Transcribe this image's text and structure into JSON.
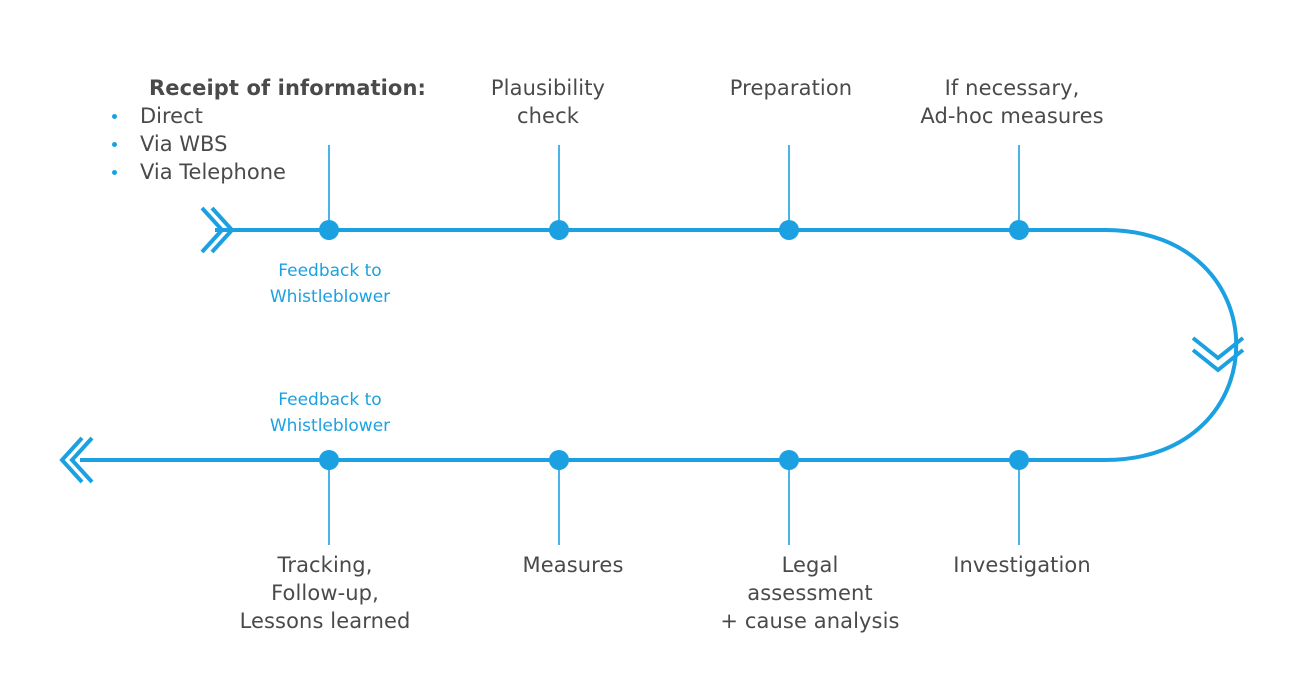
{
  "colors": {
    "accent": "#1ba1e2",
    "text": "#4a4a4a"
  },
  "receipt": {
    "title": "Receipt of information:",
    "items": [
      "Direct",
      "Via WBS",
      "Via Telephone"
    ]
  },
  "top_steps": [
    {
      "lines": [
        "Plausibility",
        "check"
      ]
    },
    {
      "lines": [
        "Preparation"
      ]
    },
    {
      "lines": [
        "If necessary,",
        "Ad-hoc measures"
      ]
    }
  ],
  "bottom_steps": [
    {
      "lines": [
        "Tracking,",
        "Follow-up,",
        "Lessons learned"
      ]
    },
    {
      "lines": [
        "Measures"
      ]
    },
    {
      "lines": [
        "Legal",
        "assessment",
        "+ cause analysis"
      ]
    },
    {
      "lines": [
        "Investigation"
      ]
    }
  ],
  "feedback_top": {
    "lines": [
      "Feedback to",
      "Whistleblower"
    ]
  },
  "feedback_bottom": {
    "lines": [
      "Feedback to",
      "Whistleblower"
    ]
  }
}
